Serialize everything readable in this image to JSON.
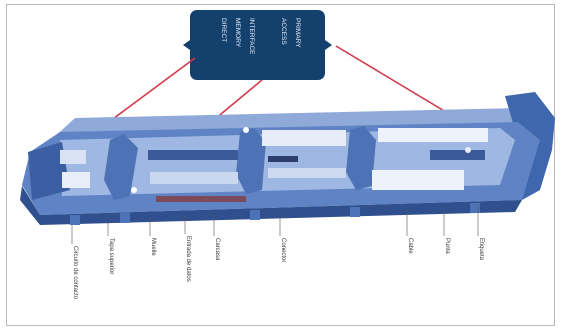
{
  "callout": {
    "lines": [
      "DIRECT",
      "MEMORY",
      "INTERFACE",
      "ACCESS",
      "PRIMARY"
    ]
  },
  "part_labels": [
    "Circuito de contacto",
    "Tapa superior",
    "Muelle",
    "Entrada de datos",
    "Carcasa",
    "Conector",
    "Cable",
    "Punta",
    "Etiqueta"
  ],
  "colors": {
    "body_main": "#5f83c4",
    "body_light": "#a9c0e6",
    "body_dark": "#2f4f8f",
    "callout_bg": "#14406e",
    "arrow": "#d23a4a"
  }
}
